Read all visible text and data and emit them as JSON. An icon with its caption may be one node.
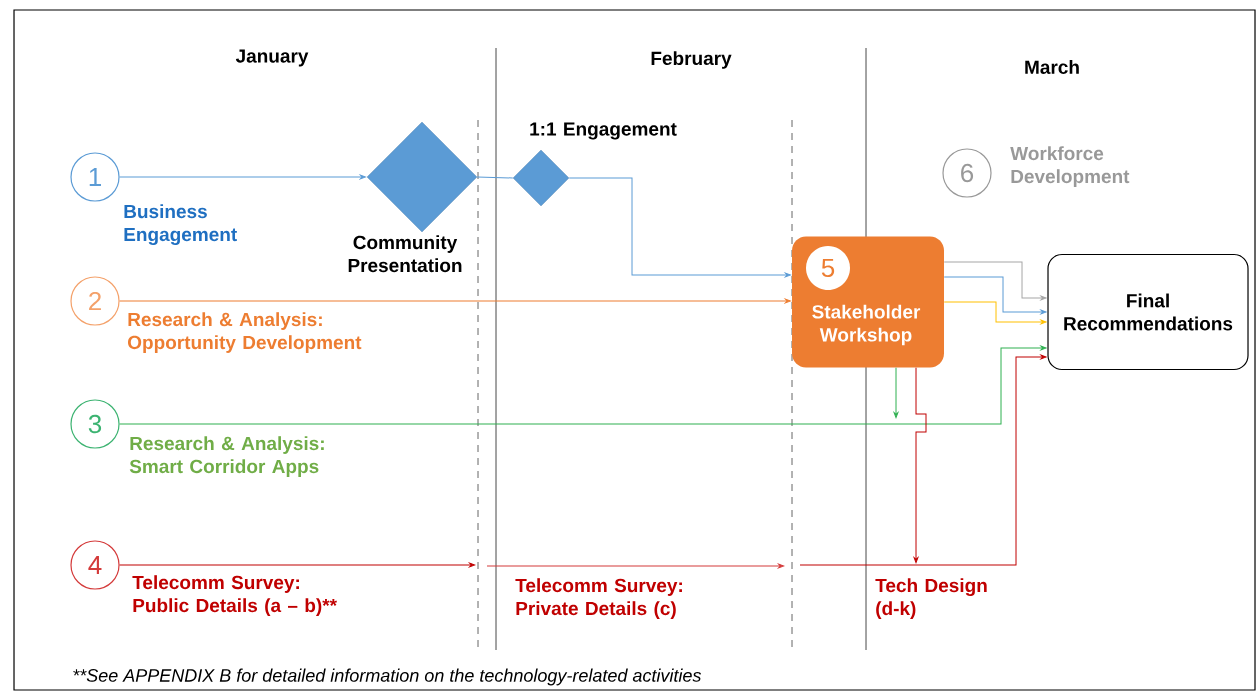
{
  "diagram": {
    "caption": "**See APPENDIX B for detailed information on the technology-related activities",
    "nodes": [
      {
        "text": [
          "1"
        ],
        "beside": [
          "Business Engagement"
        ]
      },
      {
        "text": [],
        "shape": "diamond",
        "beside": [
          "Community Presentation"
        ]
      },
      {
        "text": [],
        "shape": "diamond",
        "beside": [
          "1:1 Engagement"
        ]
      },
      {
        "text": [
          "2"
        ],
        "beside": [
          "Research & Analysis: Opportunity Development"
        ]
      },
      {
        "text": [
          "3"
        ],
        "beside": [
          "Research & Analysis: Smart Corridor Apps"
        ]
      },
      {
        "text": [
          "4"
        ],
        "beside": [
          "Telecomm Survey: Public Details (a – b)**"
        ]
      },
      {
        "text": [
          "6"
        ],
        "beside": [
          "Workforce Development"
        ]
      },
      {
        "text": [
          "5",
          "Stakeholder Workshop"
        ]
      },
      {
        "text": [
          "Final Recommendations"
        ]
      },
      {
        "text": [
          "Tech Design (d-k)"
        ]
      }
    ],
    "edges": [
      {
        "from": 0,
        "to": 1,
        "arrow": "to",
        "color": "#5b9bd5"
      },
      {
        "from": 1,
        "to": 2,
        "arrow": "none",
        "color": "#5b9bd5"
      },
      {
        "from": 2,
        "to": 7,
        "arrow": "to",
        "color": "#5b9bd5"
      },
      {
        "from": 3,
        "to": 7,
        "arrow": "to",
        "color": "#ed7d31"
      },
      {
        "from": 7,
        "to": 8,
        "arrow": "to",
        "color": "#a6a6a6"
      },
      {
        "from": 7,
        "to": 8,
        "arrow": "to",
        "color": "#5b9bd5"
      },
      {
        "from": 7,
        "to": 8,
        "arrow": "to",
        "color": "#ffc000"
      },
      {
        "from": 4,
        "to": 8,
        "arrow": "to",
        "color": "#2eb050"
      },
      {
        "from": 7,
        "to": null,
        "arrow": "to",
        "color": "#2eb050"
      },
      {
        "from": 5,
        "to": null,
        "arrow": "to",
        "color": "#c00000"
      },
      {
        "from": 7,
        "to": 9,
        "arrow": "to",
        "color": "#c00000"
      },
      {
        "from": null,
        "to": 8,
        "arrow": "to",
        "color": "#c00000"
      }
    ],
    "labels": [
      "January",
      "February",
      "March",
      "Telecomm Survey: Private Details (c)"
    ]
  }
}
